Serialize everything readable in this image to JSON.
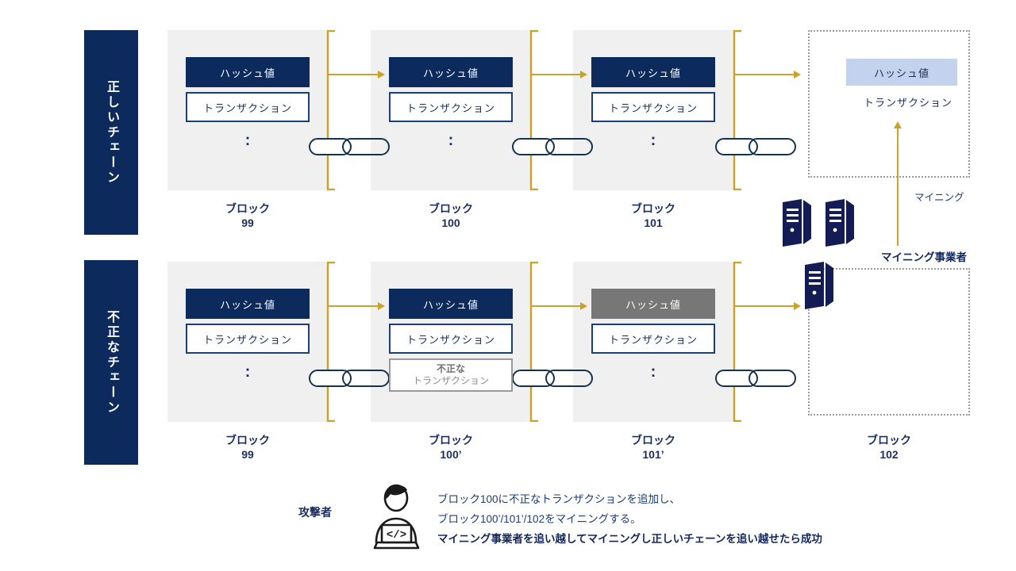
{
  "diagram": {
    "title": "ブロックチェーン不正チェーン攻撃の説明図",
    "colors": {
      "navy": "#0d2a5c",
      "navy_text": "#1b2f5e",
      "gold": "#c9a227",
      "block_bg": "#f0f0f0",
      "gray_hash": "#777777",
      "light_hash": "#c3d2ed",
      "gray_border": "#9a9a9a"
    }
  },
  "rows": {
    "correct": {
      "side_label": "正しいチェーン",
      "blocks": [
        {
          "hash": "ハッシュ値",
          "tx": "トランザクション",
          "ellipsis": ":",
          "label_line1": "ブロック",
          "label_line2": "99",
          "hash_style": "navy",
          "dotted": false
        },
        {
          "hash": "ハッシュ値",
          "tx": "トランザクション",
          "ellipsis": ":",
          "label_line1": "ブロック",
          "label_line2": "100",
          "hash_style": "navy",
          "dotted": false
        },
        {
          "hash": "ハッシュ値",
          "tx": "トランザクション",
          "ellipsis": ":",
          "label_line1": "ブロック",
          "label_line2": "101",
          "hash_style": "navy",
          "dotted": false
        },
        {
          "hash": "ハッシュ値",
          "tx": "トランザクション",
          "ellipsis": "",
          "label_line1": "",
          "label_line2": "",
          "hash_style": "light",
          "dotted": true
        }
      ]
    },
    "fraud": {
      "side_label": "不正なチェーン",
      "blocks": [
        {
          "hash": "ハッシュ値",
          "tx": "トランザクション",
          "ellipsis": ":",
          "label_line1": "ブロック",
          "label_line2": "99",
          "hash_style": "navy",
          "dotted": false
        },
        {
          "hash": "ハッシュ値",
          "tx": "トランザクション",
          "ellipsis": "",
          "label_line1": "ブロック",
          "label_line2": "100’",
          "hash_style": "navy",
          "dotted": false,
          "bad_tx_line1": "不正な",
          "bad_tx_line2": "トランザクション"
        },
        {
          "hash": "ハッシュ値",
          "tx": "トランザクション",
          "ellipsis": ":",
          "label_line1": "ブロック",
          "label_line2": "101’",
          "hash_style": "gray",
          "dotted": false
        },
        {
          "hash": "",
          "tx": "",
          "ellipsis": "",
          "label_line1": "ブロック",
          "label_line2": "102",
          "hash_style": "none",
          "dotted": true
        }
      ]
    }
  },
  "annotations": {
    "mining": "マイニング",
    "mining_operator": "マイニング事業者",
    "attacker": "攻撃者",
    "caption_line1": "ブロック100に不正なトランザクションを追加し、",
    "caption_line2": "ブロック100’/101’/102をマイニングする。",
    "caption_line3": "マイニング事業者を追い越してマイニングし正しいチェーンを追い越せたら成功"
  },
  "icons": {
    "server": "server-tower-icon",
    "attacker": "attacker-person-laptop-icon",
    "chain_link": "chain-link-icon",
    "arrow": "arrow-right-icon"
  }
}
